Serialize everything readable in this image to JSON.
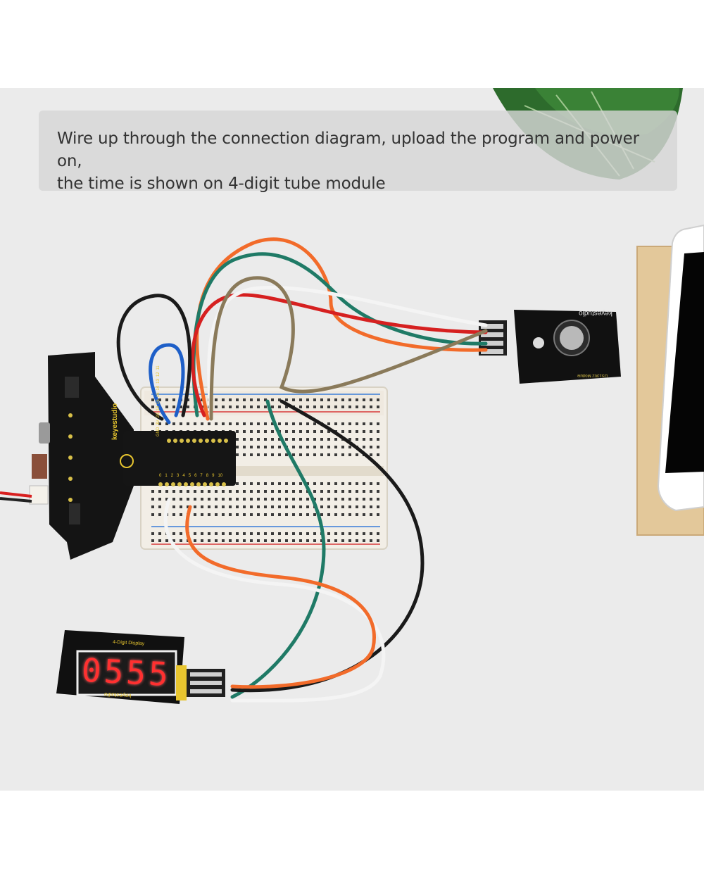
{
  "caption": {
    "line1": "Wire up through the connection diagram, upload the program and power on,",
    "line2": "the time is shown on 4-digit tube module"
  },
  "board": {
    "brand": "keyestudio",
    "pins_top": [
      "GND",
      "3V",
      "20",
      "19",
      "16",
      "15",
      "14",
      "13",
      "12",
      "11"
    ],
    "pins_bottom": [
      "0",
      "1",
      "2",
      "3",
      "4",
      "5",
      "6",
      "7",
      "8",
      "9",
      "10"
    ]
  },
  "rtc_module": {
    "brand": "keyestudio",
    "model": "DS1302 Module"
  },
  "display_module": {
    "title": "4-Digit Display",
    "digits": "0555",
    "brand": "keyestudio"
  },
  "colors": {
    "background": "#ebebeb",
    "wire_orange": "#f26b2a",
    "wire_green": "#1f7a66",
    "wire_black": "#1a1a1a",
    "wire_white": "#f4f4f4",
    "wire_brown": "#8a7a5a",
    "wire_blue": "#1e5fc8",
    "wire_red": "#d62020",
    "segment_red": "#ff3030"
  }
}
